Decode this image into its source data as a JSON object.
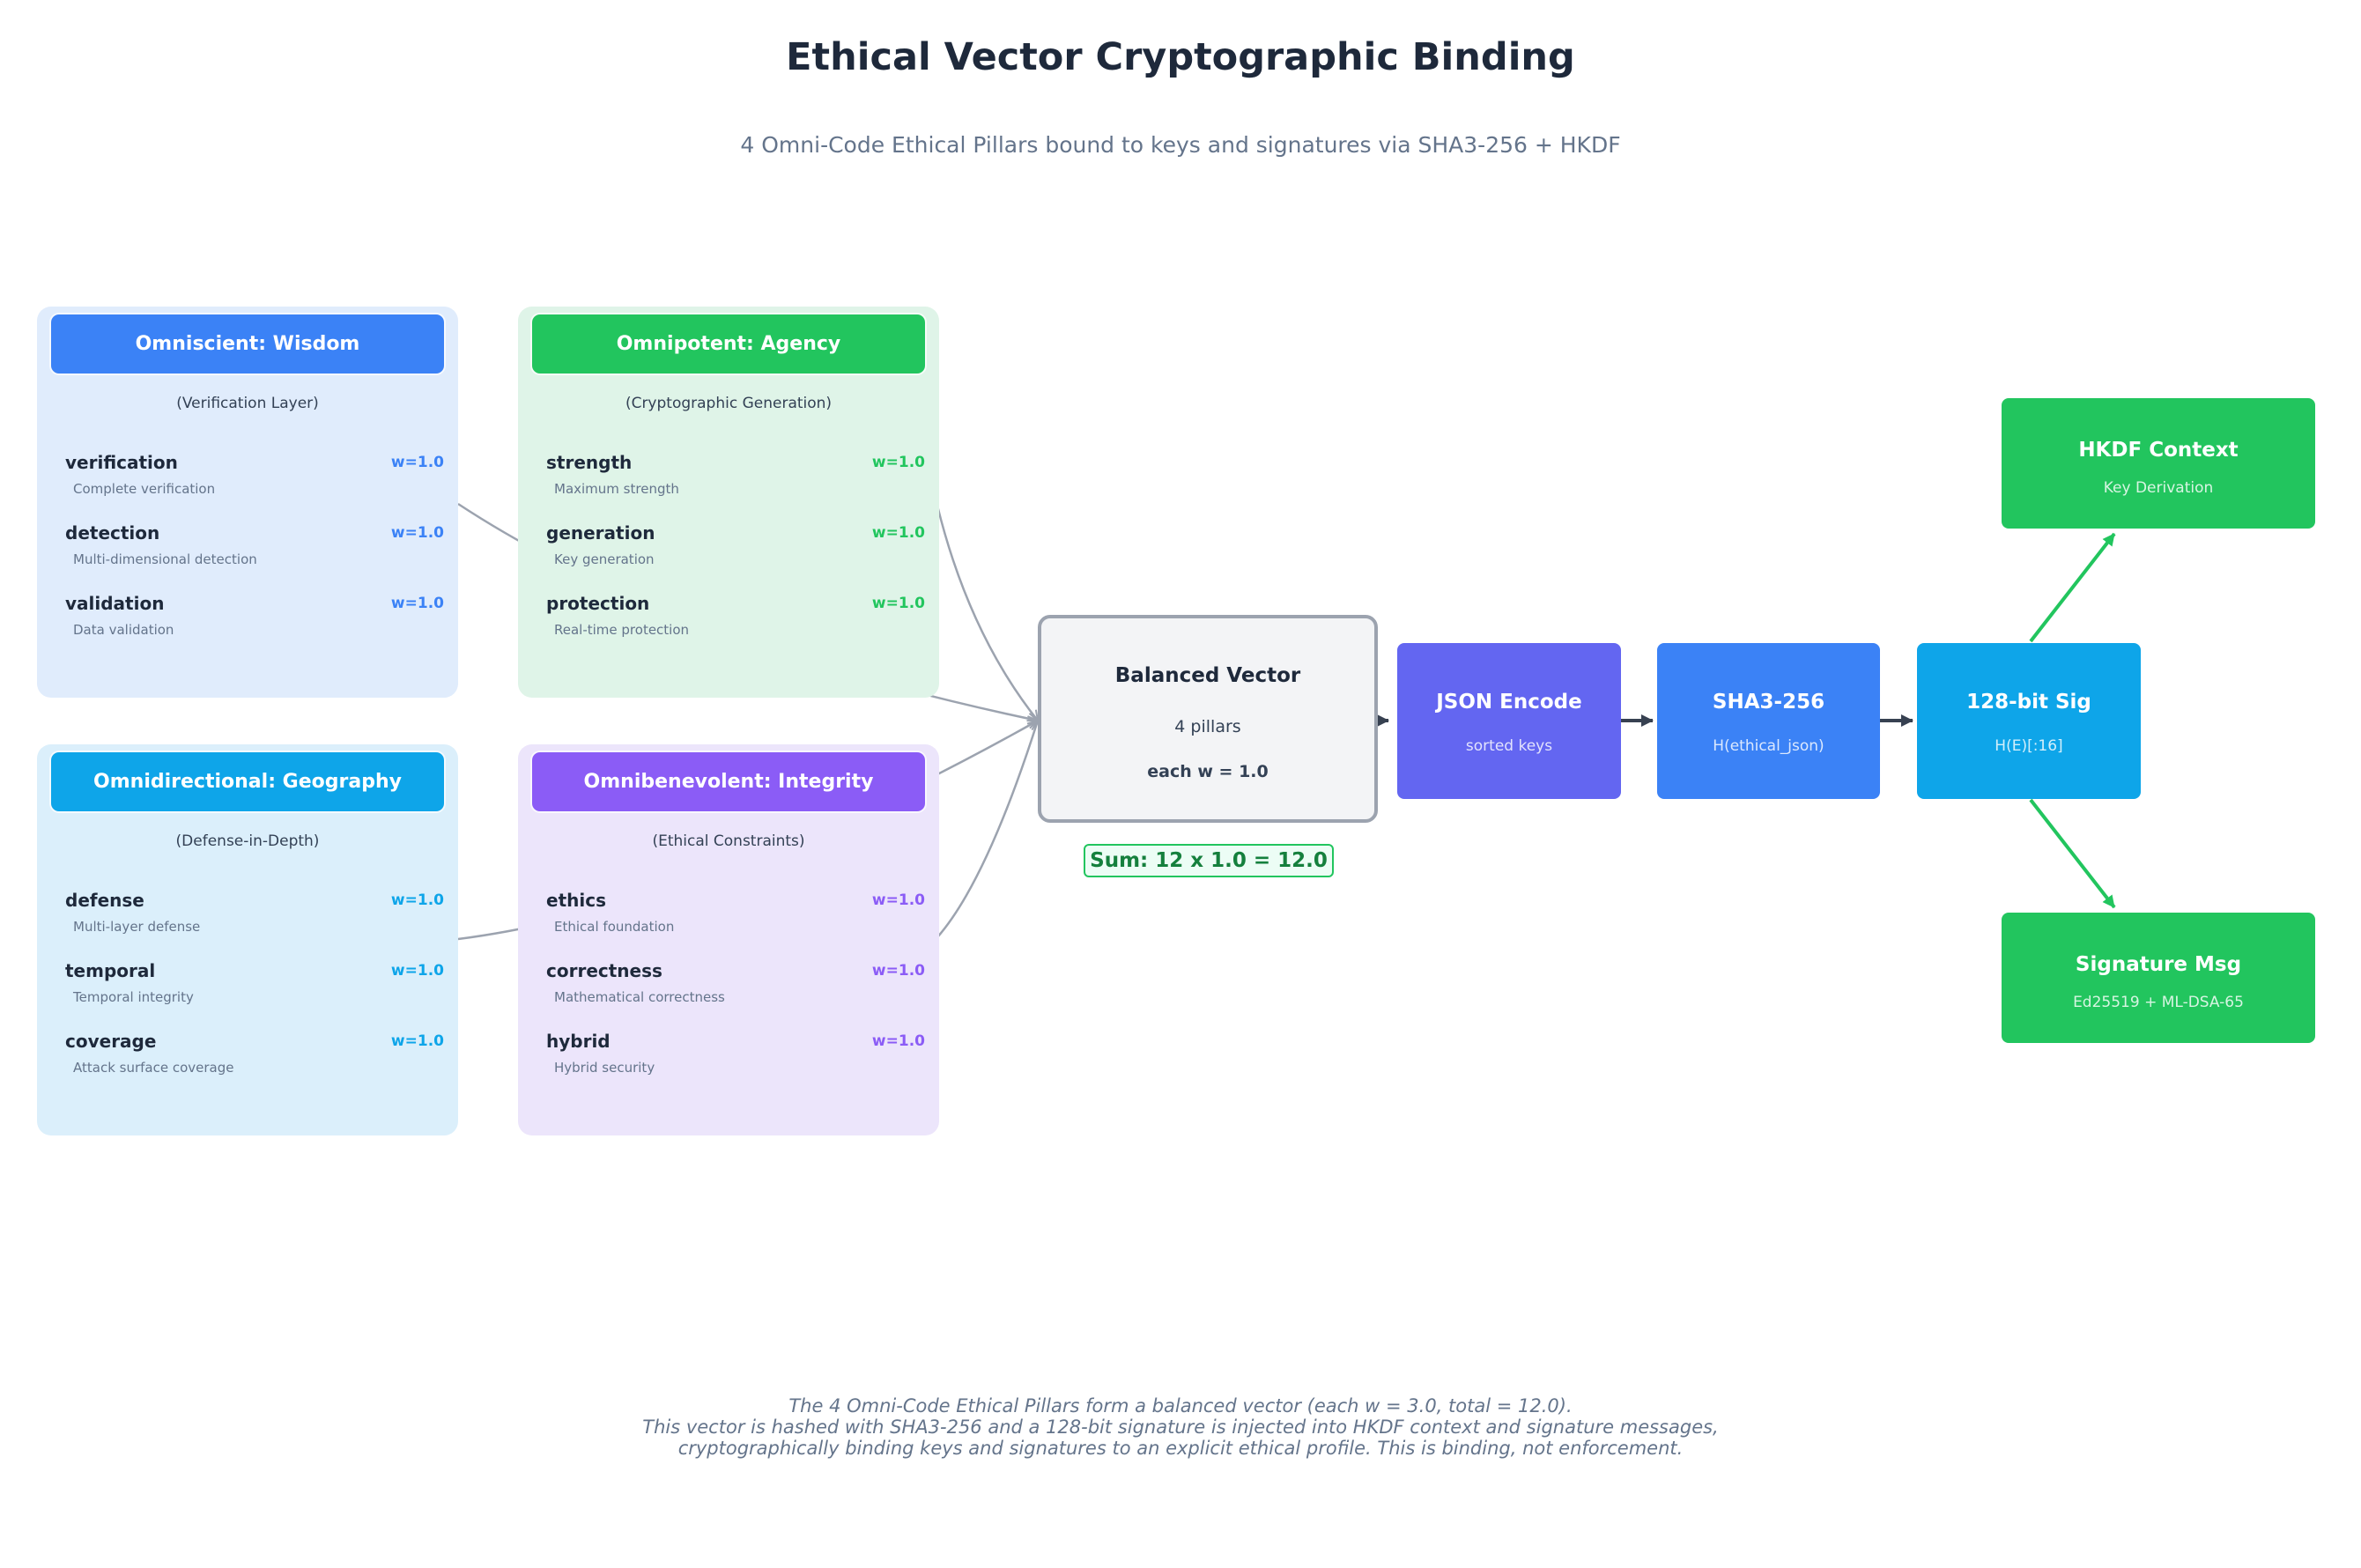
{
  "title": "Ethical Vector Cryptographic Binding",
  "subtitle": "4 Omni-Code Ethical Pillars bound to keys and signatures via SHA3-256 + HKDF",
  "pillars": [
    {
      "header": "Omniscient: Wisdom",
      "sub": "(Verification Layer)",
      "color": "#3b82f6",
      "bg": "#e0ecfc",
      "features": [
        {
          "name": "verification",
          "weight": "w=1.0",
          "desc": "Complete verification"
        },
        {
          "name": "detection",
          "weight": "w=1.0",
          "desc": "Multi-dimensional detection"
        },
        {
          "name": "validation",
          "weight": "w=1.0",
          "desc": "Data validation"
        }
      ]
    },
    {
      "header": "Omnipotent: Agency",
      "sub": "(Cryptographic Generation)",
      "color": "#22c55e",
      "bg": "#dff4e8",
      "features": [
        {
          "name": "strength",
          "weight": "w=1.0",
          "desc": "Maximum strength"
        },
        {
          "name": "generation",
          "weight": "w=1.0",
          "desc": "Key generation"
        },
        {
          "name": "protection",
          "weight": "w=1.0",
          "desc": "Real-time protection"
        }
      ]
    },
    {
      "header": "Omnidirectional: Geography",
      "sub": "(Defense-in-Depth)",
      "color": "#0ea5e9",
      "bg": "#dbeffb",
      "features": [
        {
          "name": "defense",
          "weight": "w=1.0",
          "desc": "Multi-layer defense"
        },
        {
          "name": "temporal",
          "weight": "w=1.0",
          "desc": "Temporal integrity"
        },
        {
          "name": "coverage",
          "weight": "w=1.0",
          "desc": "Attack surface coverage"
        }
      ]
    },
    {
      "header": "Omnibenevolent: Integrity",
      "sub": "(Ethical Constraints)",
      "color": "#8b5cf6",
      "bg": "#ece5fb",
      "features": [
        {
          "name": "ethics",
          "weight": "w=1.0",
          "desc": "Ethical foundation"
        },
        {
          "name": "correctness",
          "weight": "w=1.0",
          "desc": "Mathematical correctness"
        },
        {
          "name": "hybrid",
          "weight": "w=1.0",
          "desc": "Hybrid security"
        }
      ]
    }
  ],
  "balanced": {
    "title": "Balanced Vector",
    "line1": "4 pillars",
    "line2": "each w = 1.0",
    "sum": "Sum: 12 x 1.0 = 12.0"
  },
  "pipeline": [
    {
      "title": "JSON Encode",
      "sub": "sorted keys",
      "color": "#6366f1"
    },
    {
      "title": "SHA3-256",
      "sub": "H(ethical_json)",
      "color": "#3b82f6"
    },
    {
      "title": "128-bit Sig",
      "sub": "H(E)[:16]",
      "color": "#0ea5e9"
    }
  ],
  "outputs": [
    {
      "title": "HKDF Context",
      "sub": "Key Derivation",
      "color": "#22c55e"
    },
    {
      "title": "Signature Msg",
      "sub": "Ed25519 + ML-DSA-65",
      "color": "#22c55e"
    }
  ],
  "footer": [
    "The 4 Omni-Code Ethical Pillars form a balanced vector (each w = 3.0, total = 12.0).",
    "This vector is hashed with SHA3-256 and a 128-bit signature is injected into HKDF context and signature messages,",
    "cryptographically binding keys and signatures to an explicit ethical profile. This is binding, not enforcement."
  ]
}
